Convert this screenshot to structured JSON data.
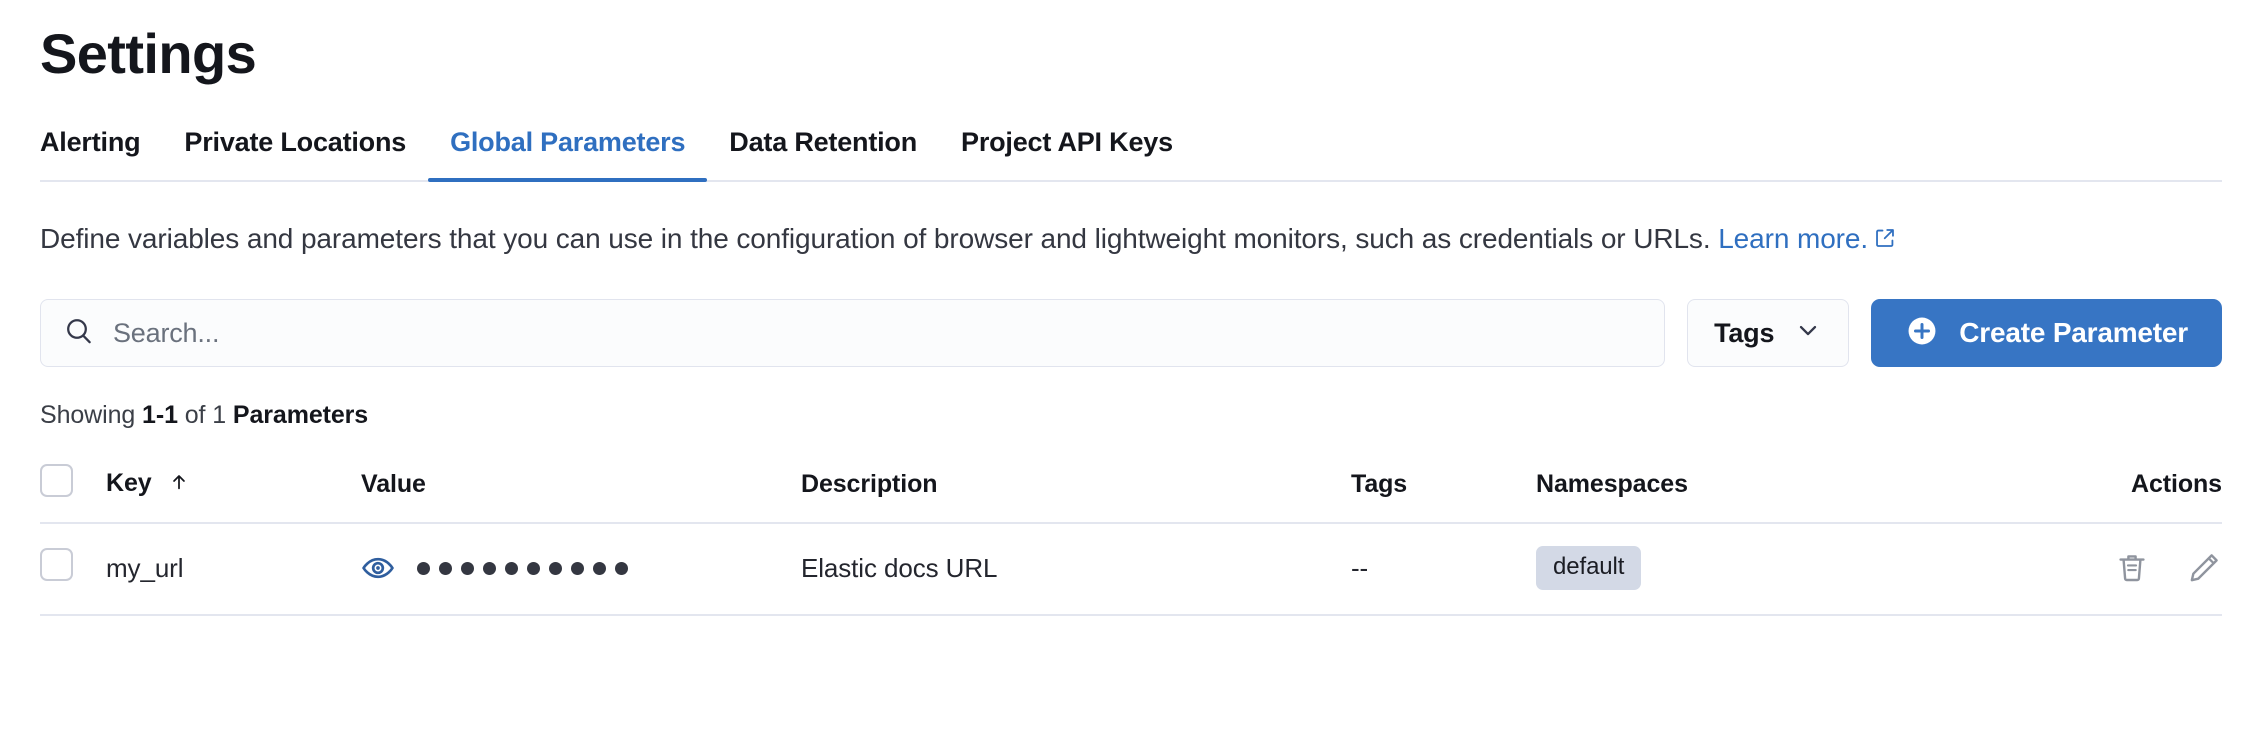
{
  "page": {
    "title": "Settings"
  },
  "tabs": [
    {
      "label": "Alerting",
      "active": false
    },
    {
      "label": "Private Locations",
      "active": false
    },
    {
      "label": "Global Parameters",
      "active": true
    },
    {
      "label": "Data Retention",
      "active": false
    },
    {
      "label": "Project API Keys",
      "active": false
    }
  ],
  "description": {
    "text": "Define variables and parameters that you can use in the configuration of browser and lightweight monitors, such as credentials or URLs. ",
    "link_label": "Learn more.",
    "link_icon": "external-link-icon"
  },
  "controls": {
    "search": {
      "placeholder": "Search...",
      "value": "",
      "icon": "search-icon"
    },
    "tags_button": {
      "label": "Tags",
      "icon": "chevron-down-icon"
    },
    "create_button": {
      "label": "Create Parameter",
      "icon": "plus-circle-icon"
    }
  },
  "results_summary": {
    "prefix": "Showing ",
    "range": "1-1",
    "middle": " of 1 ",
    "entity": "Parameters"
  },
  "table": {
    "columns": [
      {
        "key": "checkbox",
        "label": ""
      },
      {
        "key": "key",
        "label": "Key",
        "sort": "asc",
        "sort_icon": "arrow-up-icon"
      },
      {
        "key": "value",
        "label": "Value"
      },
      {
        "key": "description",
        "label": "Description"
      },
      {
        "key": "tags",
        "label": "Tags"
      },
      {
        "key": "namespaces",
        "label": "Namespaces"
      },
      {
        "key": "actions",
        "label": "Actions"
      }
    ],
    "rows": [
      {
        "selected": false,
        "key": "my_url",
        "value_masked_dots": 10,
        "value_reveal_icon": "eye-icon",
        "description": "Elastic docs URL",
        "tags": "--",
        "namespaces": [
          "default"
        ],
        "actions": [
          {
            "name": "delete",
            "icon": "trash-icon"
          },
          {
            "name": "edit",
            "icon": "pencil-icon"
          }
        ]
      }
    ]
  },
  "colors": {
    "accent_blue": "#2f6fc0",
    "button_blue": "#3775c4",
    "text_dark": "#14161c",
    "text_muted": "#6a717d",
    "border": "#e3e6ef",
    "badge_bg": "#d3d9e6",
    "eye_icon": "#2f5e9e",
    "action_icon": "#8f949e"
  }
}
